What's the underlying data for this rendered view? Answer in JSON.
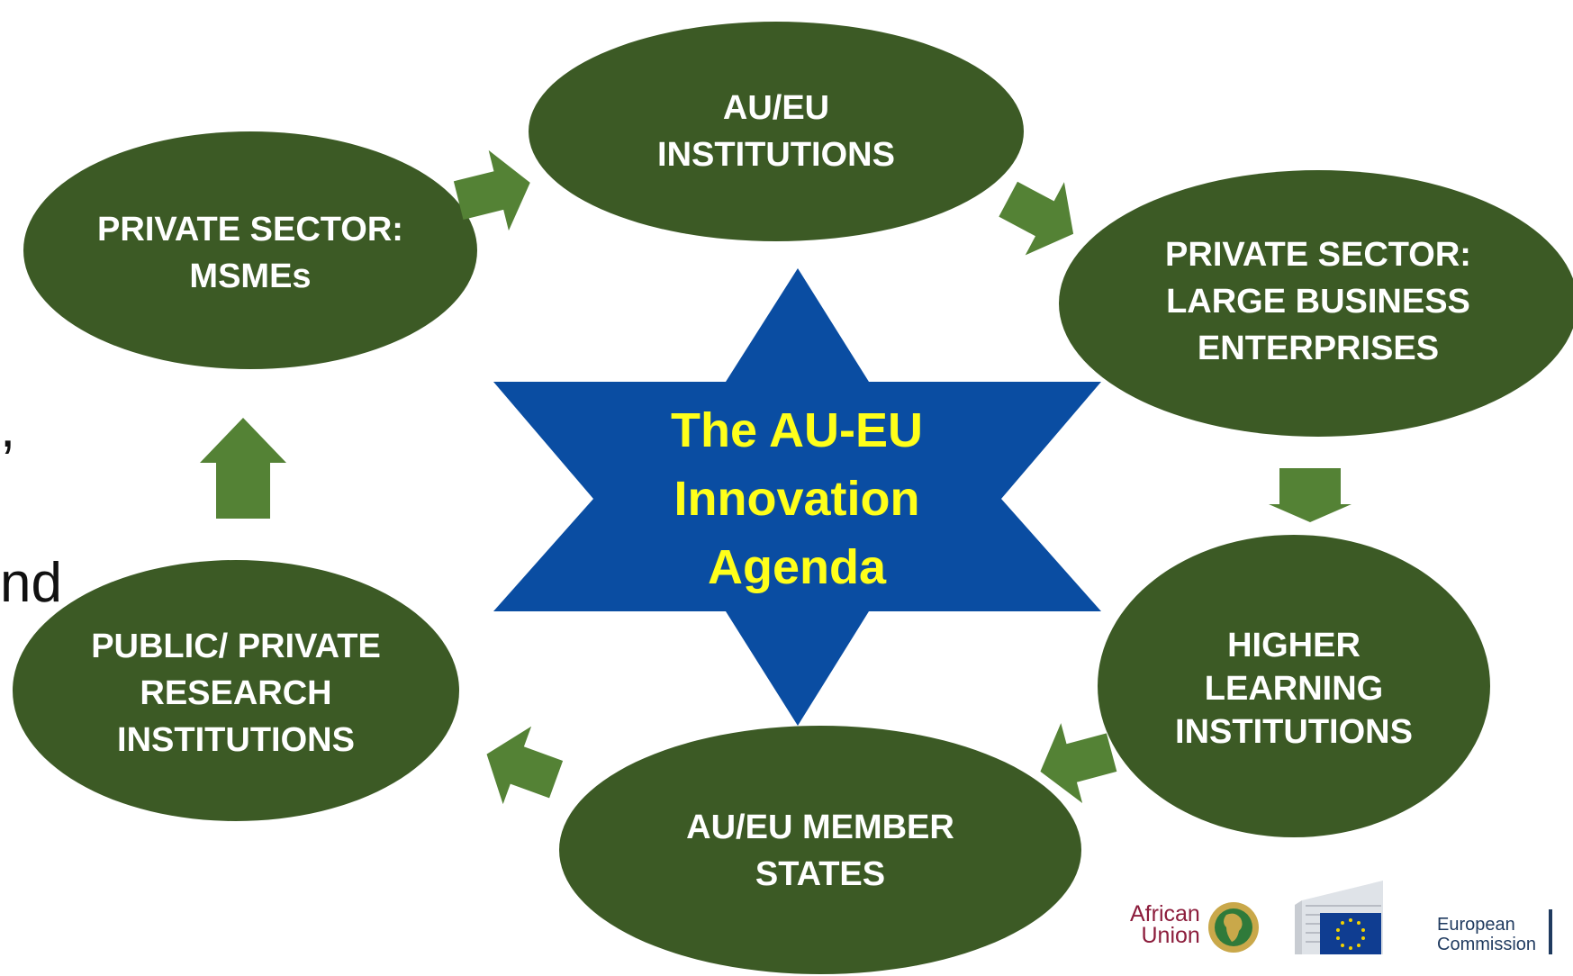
{
  "center": {
    "lines": [
      "The AU-EU",
      "Innovation",
      "Agenda"
    ]
  },
  "nodes": [
    {
      "id": "au-eu-institutions",
      "lines": [
        "AU/EU",
        "INSTITUTIONS"
      ]
    },
    {
      "id": "private-sector-large-business",
      "lines": [
        "PRIVATE SECTOR:",
        "LARGE BUSINESS",
        "ENTERPRISES"
      ]
    },
    {
      "id": "higher-learning-institutions",
      "lines": [
        "HIGHER",
        "LEARNING",
        "INSTITUTIONS"
      ]
    },
    {
      "id": "au-eu-member-states",
      "lines": [
        "AU/EU MEMBER",
        "STATES"
      ]
    },
    {
      "id": "public-private-research",
      "lines": [
        "PUBLIC/ PRIVATE",
        "RESEARCH",
        "INSTITUTIONS"
      ]
    },
    {
      "id": "private-sector-msmes",
      "lines": [
        "PRIVATE SECTOR:",
        "MSMEs"
      ]
    }
  ],
  "background_fragments": [
    ",",
    "nd"
  ],
  "logos": {
    "african_union": [
      "African",
      "Union"
    ],
    "european_commission": [
      "European",
      "Commission"
    ]
  },
  "colors": {
    "node_fill": "#3c5a25",
    "arrow_fill": "#548235",
    "star_fill": "#0a4da2",
    "star_text": "#ffff1a",
    "node_text": "#ffffff"
  }
}
